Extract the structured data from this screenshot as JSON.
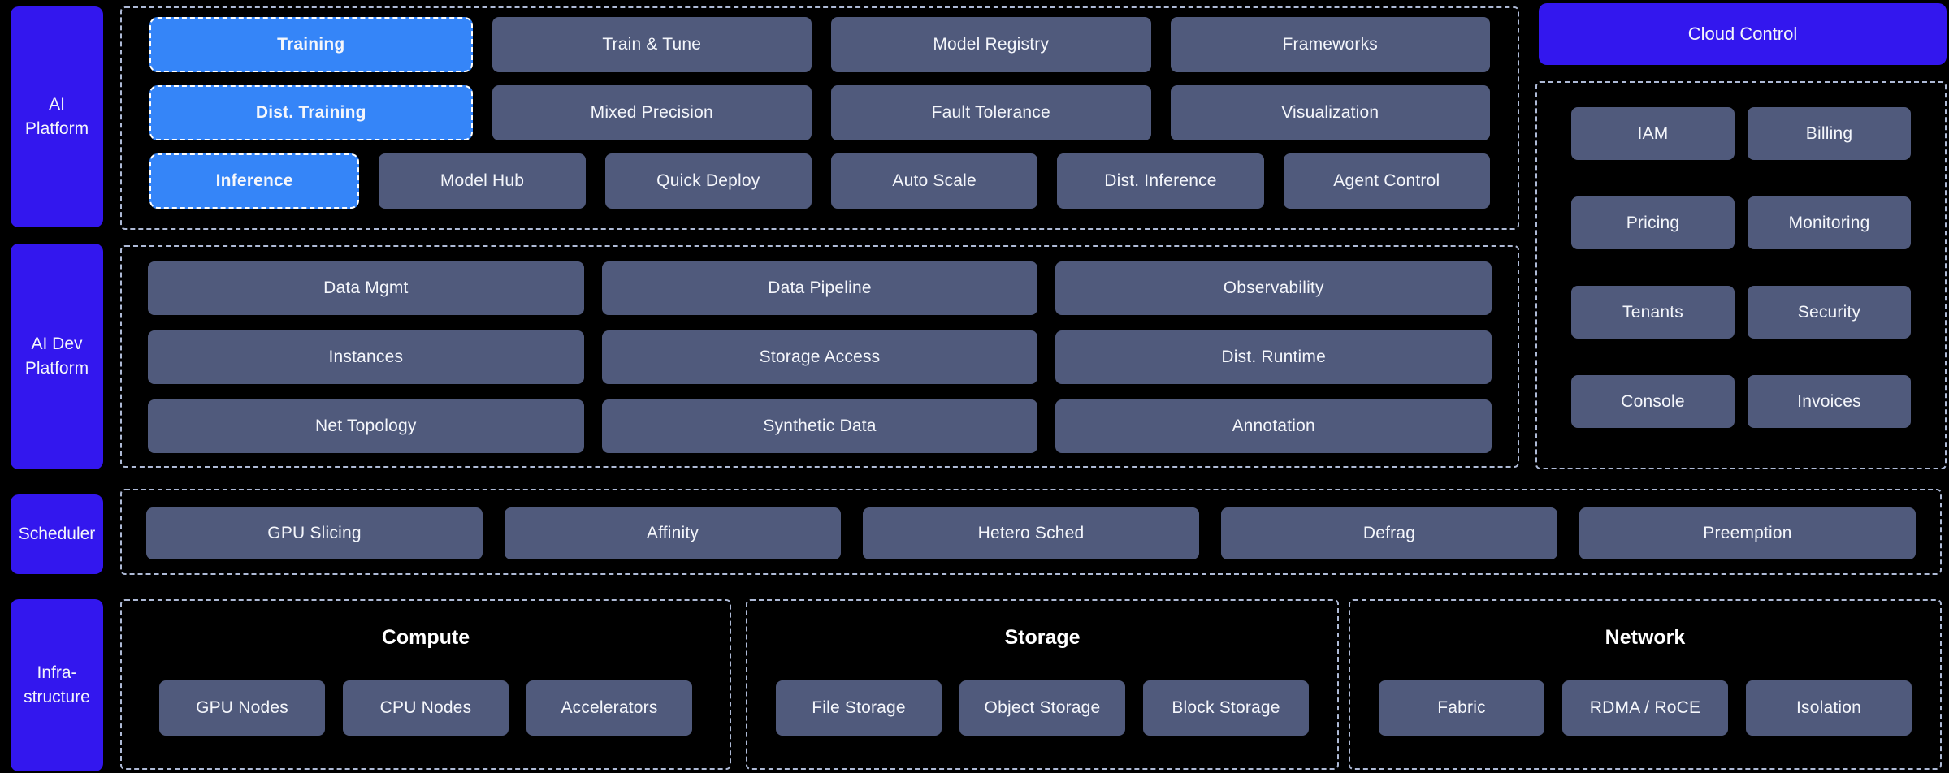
{
  "colors": {
    "background": "#000000",
    "accent_purple": "#3317EE",
    "highlight_blue": "#3585F8",
    "tile_slate": "#505A7C",
    "dashed_border": "#AEBAD6",
    "text": "#F4F6FB"
  },
  "sidebar": {
    "items": [
      "AI\nPlatform",
      "AI Dev\nPlatform",
      "Scheduler",
      "Infra-\nstructure"
    ]
  },
  "ai_platform": {
    "pills": [
      "Training",
      "Dist. Training",
      "Inference"
    ],
    "row1": [
      "Train & Tune",
      "Model Registry",
      "Frameworks"
    ],
    "row2": [
      "Mixed Precision",
      "Fault Tolerance",
      "Visualization"
    ],
    "row3": [
      "Model Hub",
      "Quick Deploy",
      "Auto Scale",
      "Dist. Inference",
      "Agent Control"
    ]
  },
  "ai_dev": {
    "row1": [
      "Data Mgmt",
      "Data Pipeline",
      "Observability"
    ],
    "row2": [
      "Instances",
      "Storage Access",
      "Dist. Runtime"
    ],
    "row3": [
      "Net Topology",
      "Synthetic Data",
      "Annotation"
    ]
  },
  "cloud_control": {
    "title": "Cloud Control",
    "items": [
      "IAM",
      "Billing",
      "Pricing",
      "Monitoring",
      "Tenants",
      "Security",
      "Console",
      "Invoices"
    ]
  },
  "scheduler": {
    "items": [
      "GPU Slicing",
      "Affinity",
      "Hetero Sched",
      "Defrag",
      "Preemption"
    ]
  },
  "infrastructure": {
    "groups": [
      {
        "title": "Compute",
        "items": [
          "GPU Nodes",
          "CPU Nodes",
          "Accelerators"
        ]
      },
      {
        "title": "Storage",
        "items": [
          "File Storage",
          "Object Storage",
          "Block Storage"
        ]
      },
      {
        "title": "Network",
        "items": [
          "Fabric",
          "RDMA / RoCE",
          "Isolation"
        ]
      }
    ]
  }
}
